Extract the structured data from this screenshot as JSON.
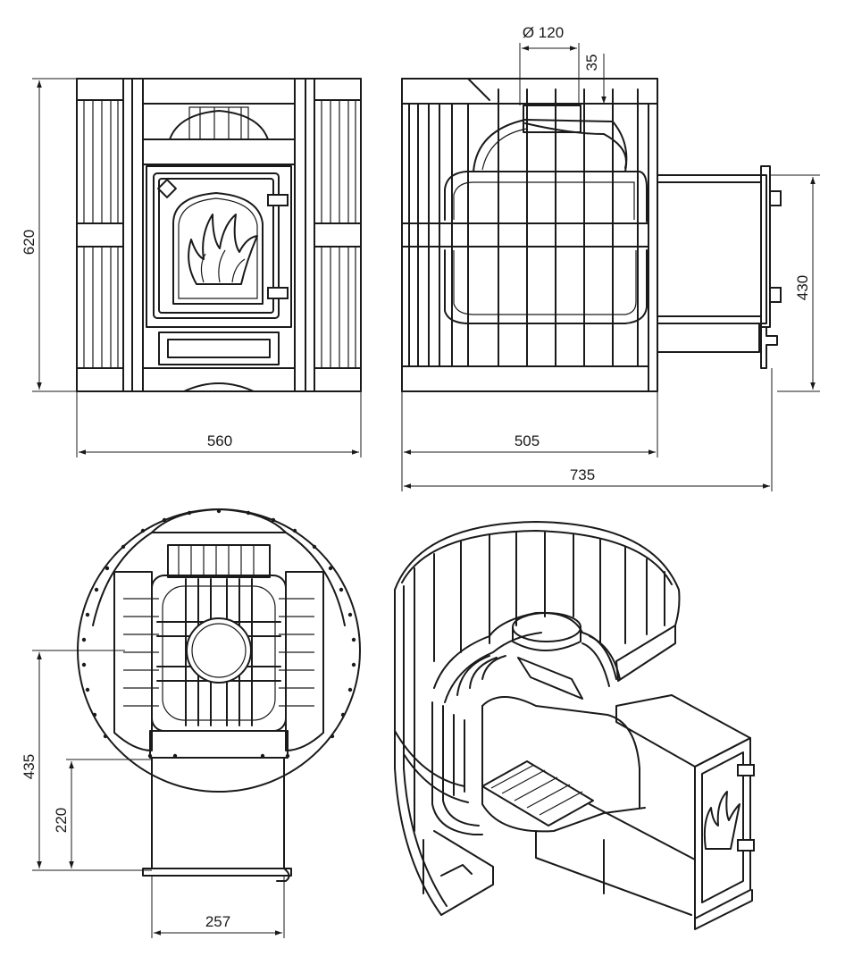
{
  "colors": {
    "line": "#1a1a1a",
    "background": "#ffffff"
  },
  "dimensions": {
    "front_height": "620",
    "front_width": "560",
    "side_width": "505",
    "side_total": "735",
    "side_tunnel_height": "430",
    "chimney_diameter": "Ø 120",
    "chimney_offset": "35",
    "top_depth": "435",
    "top_tunnel": "220",
    "top_tunnel_width": "257"
  }
}
